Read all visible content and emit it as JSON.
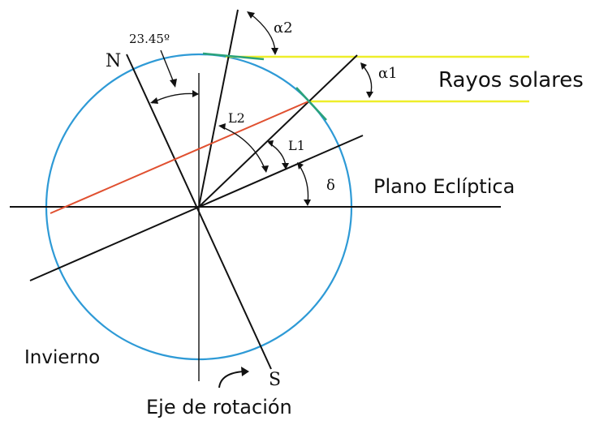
{
  "labels": {
    "north": "N",
    "south": "S",
    "tilt_angle": "23.45º",
    "alpha2": "α2",
    "alpha1": "α1",
    "l2": "L2",
    "l1": "L1",
    "delta": "δ",
    "sun_rays": "Rayos solares",
    "ecliptic_plane": "Plano Eclíptica",
    "winter": "Invierno",
    "rotation_axis": "Eje de rotación"
  },
  "colors": {
    "circle": "#2e9ad6",
    "sun_rays": "#eeee2a",
    "latitude_line": "#e05030",
    "tangent": "#2aa27a",
    "lines": "#111111"
  }
}
